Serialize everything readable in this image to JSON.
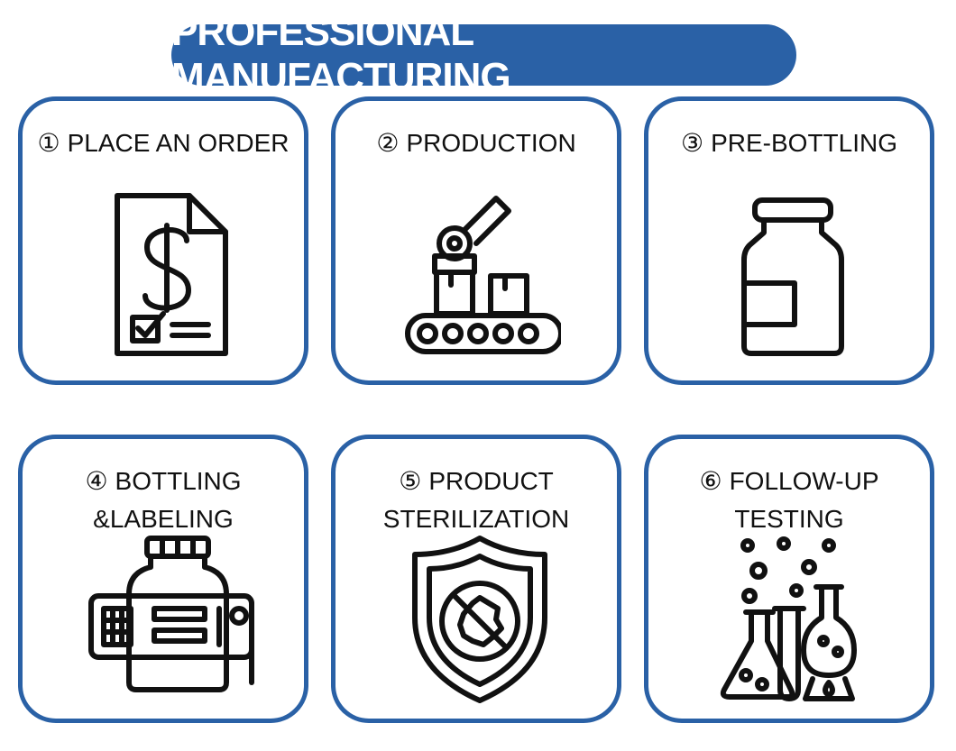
{
  "header": {
    "title": "PROFESSIONAL MANUFACTURING"
  },
  "steps": [
    {
      "number": "①",
      "lines": [
        "PLACE AN ORDER"
      ],
      "icon": "invoice-dollar-icon"
    },
    {
      "number": "②",
      "lines": [
        "PRODUCTION"
      ],
      "icon": "conveyor-robot-arm-icon"
    },
    {
      "number": "③",
      "lines": [
        "PRE-BOTTLING"
      ],
      "icon": "bottle-icon"
    },
    {
      "number": "④",
      "lines": [
        "BOTTLING",
        "&LABELING"
      ],
      "icon": "labeling-machine-icon"
    },
    {
      "number": "⑤",
      "lines": [
        "PRODUCT",
        "STERILIZATION"
      ],
      "icon": "antibacterial-shield-icon"
    },
    {
      "number": "⑥",
      "lines": [
        "FOLLOW-UP",
        "TESTING"
      ],
      "icon": "lab-flasks-icon"
    }
  ],
  "colors": {
    "accent": "#2a61a6",
    "ink": "#111111",
    "background": "#ffffff"
  }
}
